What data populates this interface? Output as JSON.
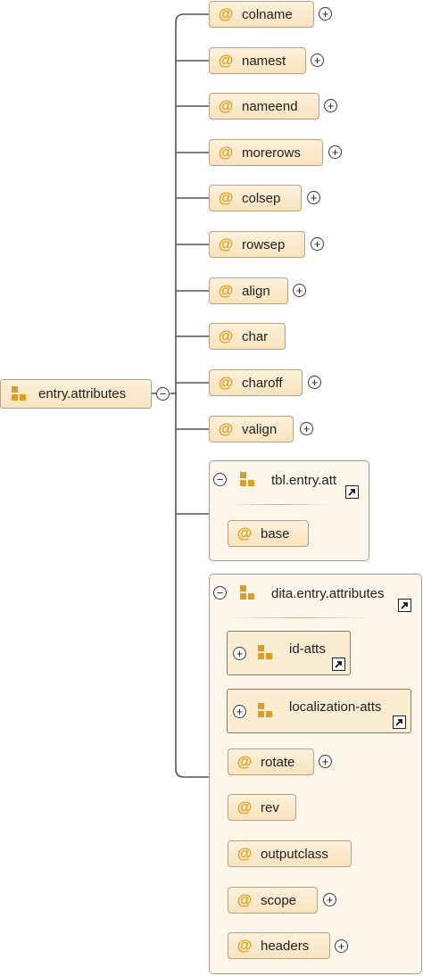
{
  "root": {
    "label": "entry.attributes",
    "icon": "attribute-group-icon",
    "toggle": "−"
  },
  "attributes": [
    {
      "name": "colname",
      "expandable": true
    },
    {
      "name": "namest",
      "expandable": true
    },
    {
      "name": "nameend",
      "expandable": true
    },
    {
      "name": "morerows",
      "expandable": true
    },
    {
      "name": "colsep",
      "expandable": true
    },
    {
      "name": "rowsep",
      "expandable": true
    },
    {
      "name": "align",
      "expandable": true
    },
    {
      "name": "char",
      "expandable": false
    },
    {
      "name": "charoff",
      "expandable": true
    },
    {
      "name": "valign",
      "expandable": true
    }
  ],
  "tbl_entry_att": {
    "label": "tbl.entry.att",
    "toggle": "−",
    "attributes": [
      {
        "name": "base",
        "expandable": false
      }
    ]
  },
  "dita_entry_attributes": {
    "label": "dita.entry.attributes",
    "toggle": "−",
    "groups": [
      {
        "label": "id-atts",
        "toggle": "+"
      },
      {
        "label": "localization-atts",
        "toggle": "+"
      }
    ],
    "attributes": [
      {
        "name": "rotate",
        "expandable": true
      },
      {
        "name": "rev",
        "expandable": false
      },
      {
        "name": "outputclass",
        "expandable": false
      },
      {
        "name": "scope",
        "expandable": true
      },
      {
        "name": "headers",
        "expandable": true
      }
    ]
  },
  "symbols": {
    "attribute": "@",
    "expand": "+",
    "collapse": "−"
  },
  "colors": {
    "accent": "#e29b16",
    "node_fill": "#fbe9c8",
    "border": "#b9a07e",
    "connector": "#555555"
  }
}
